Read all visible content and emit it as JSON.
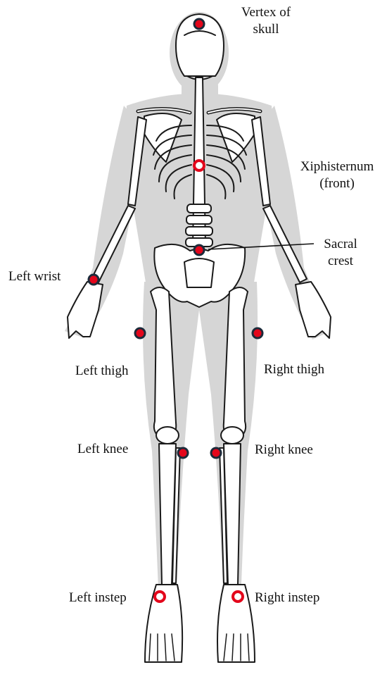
{
  "colors": {
    "silhouette": "#d6d6d6",
    "bone_fill": "#ffffff",
    "bone_stroke": "#1a1a1a",
    "marker_fill": "#e3061b",
    "marker_ring": "#1b2a3a",
    "hollow_marker_fill": "#ffffff"
  },
  "labels": {
    "vertex_line1": "Vertex of",
    "vertex_line2": "skull",
    "xiphi_line1": "Xiphisternum",
    "xiphi_line2": "(front)",
    "sacral_line1": "Sacral",
    "sacral_line2": "crest",
    "left_wrist": "Left wrist",
    "left_thigh": "Left thigh",
    "right_thigh": "Right thigh",
    "left_knee": "Left knee",
    "right_knee": "Right knee",
    "left_instep": "Left instep",
    "right_instep": "Right instep"
  },
  "markers": [
    {
      "name": "vertex-of-skull-marker",
      "style": "solid"
    },
    {
      "name": "xiphisternum-marker",
      "style": "hollow"
    },
    {
      "name": "sacral-crest-marker",
      "style": "solid"
    },
    {
      "name": "left-wrist-marker",
      "style": "solid"
    },
    {
      "name": "left-thigh-marker",
      "style": "solid"
    },
    {
      "name": "right-thigh-marker",
      "style": "solid"
    },
    {
      "name": "left-knee-marker",
      "style": "solid"
    },
    {
      "name": "right-knee-marker",
      "style": "solid"
    },
    {
      "name": "left-instep-marker",
      "style": "hollow"
    },
    {
      "name": "right-instep-marker",
      "style": "hollow"
    }
  ]
}
